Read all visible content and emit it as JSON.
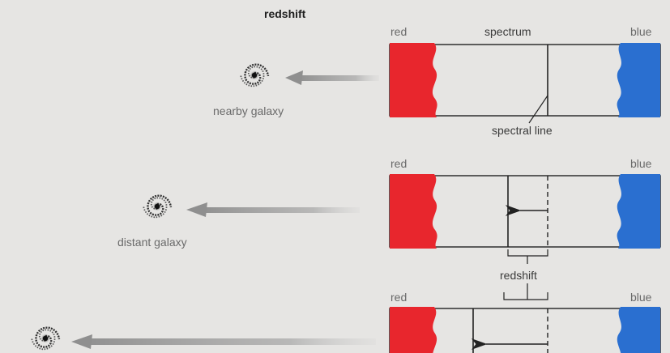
{
  "title": "redshift",
  "colors": {
    "red": "#e8262d",
    "blue": "#2a6fd0",
    "line": "#222222",
    "arrow": "#9a9a9a"
  },
  "panels": [
    {
      "red_label": "red",
      "blue_label": "blue",
      "header": "spectrum",
      "annotation": "spectral line",
      "galaxy_label": "nearby galaxy"
    },
    {
      "red_label": "red",
      "blue_label": "blue",
      "galaxy_label": "distant galaxy",
      "shift_label": "redshift"
    },
    {
      "red_label": "red",
      "blue_label": "blue"
    }
  ],
  "icons": [
    "spiral-galaxy-icon",
    "motion-arrow-icon",
    "shift-arrow-icon"
  ]
}
